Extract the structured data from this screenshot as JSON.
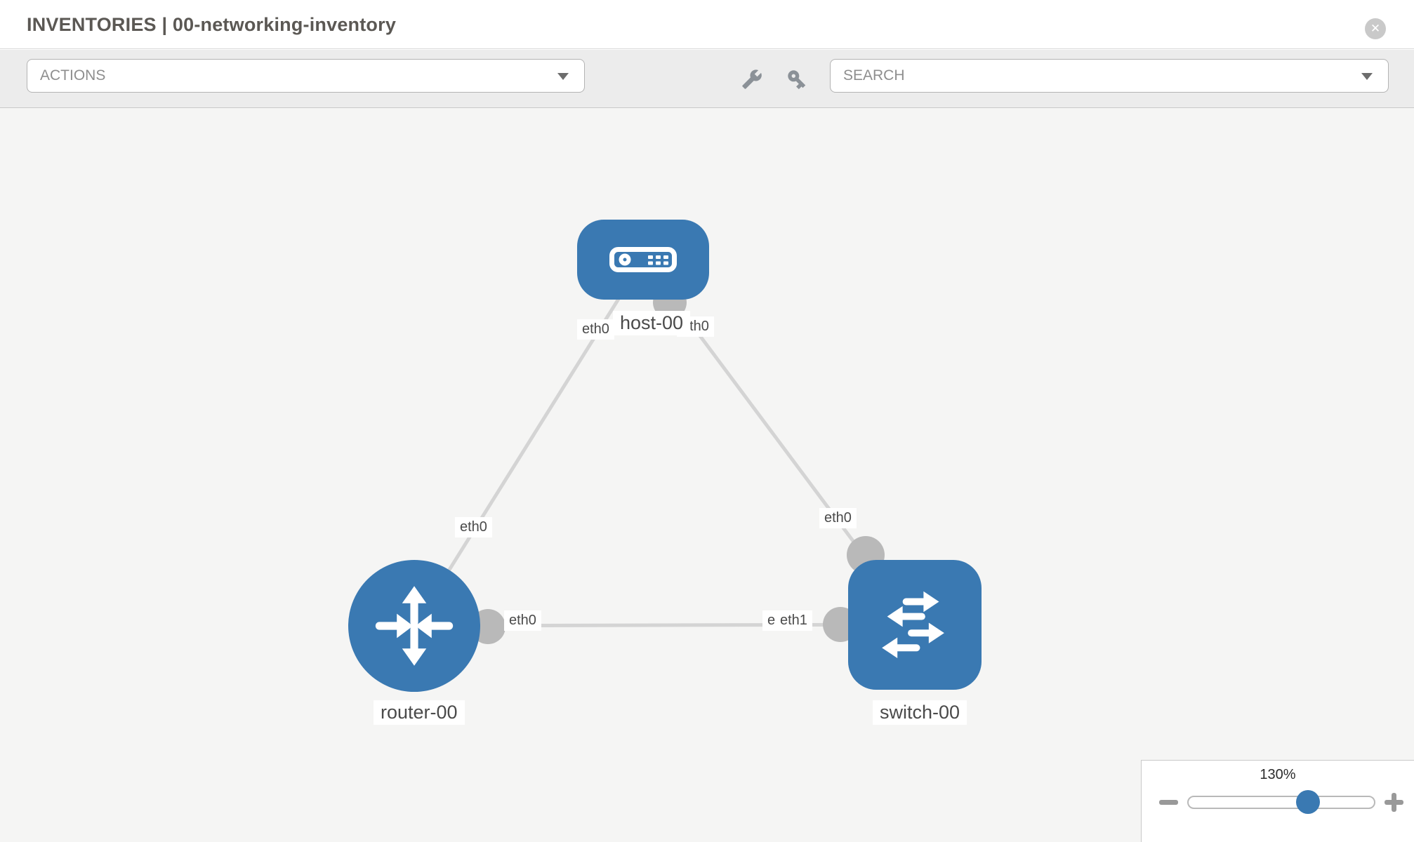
{
  "header": {
    "title": "INVENTORIES | 00-networking-inventory",
    "close_icon": "close"
  },
  "toolbar": {
    "actions_label": "ACTIONS",
    "search_placeholder": "SEARCH",
    "icons": {
      "wrench": "wrench",
      "key": "key"
    }
  },
  "diagram": {
    "nodes": [
      {
        "id": "host-00",
        "label": "host-00",
        "type": "host"
      },
      {
        "id": "router-00",
        "label": "router-00",
        "type": "router"
      },
      {
        "id": "switch-00",
        "label": "switch-00",
        "type": "switch"
      }
    ],
    "edges": [
      {
        "from": "host-00",
        "from_port": "eth0",
        "to": "router-00",
        "to_port": "eth0"
      },
      {
        "from": "host-00",
        "from_port": "eth0",
        "to": "switch-00",
        "to_port": "eth0"
      },
      {
        "from": "router-00",
        "from_port": "eth0",
        "to": "switch-00",
        "to_port": "eth1"
      }
    ],
    "port_labels": [
      {
        "id": "host-eth0-left",
        "text": "eth0"
      },
      {
        "id": "host-eth0-right",
        "text": "eth0"
      },
      {
        "id": "router-eth0-top",
        "text": "eth0"
      },
      {
        "id": "switch-eth0-top",
        "text": "eth0"
      },
      {
        "id": "router-eth0-right",
        "text": "eth0"
      },
      {
        "id": "switch-eth0-left",
        "text": "eth0"
      },
      {
        "id": "switch-eth1-left",
        "text": "eth1"
      }
    ]
  },
  "zoom_control": {
    "level": "130%",
    "icons": {
      "zoom_out": "minus",
      "zoom_in": "plus"
    }
  },
  "colors": {
    "node_blue": "#3a79b2",
    "edge_gray": "#d4d4d4",
    "connector_gray": "#b9b9b9",
    "canvas_bg": "#f5f5f4",
    "toolbar_bg": "#ececec"
  }
}
